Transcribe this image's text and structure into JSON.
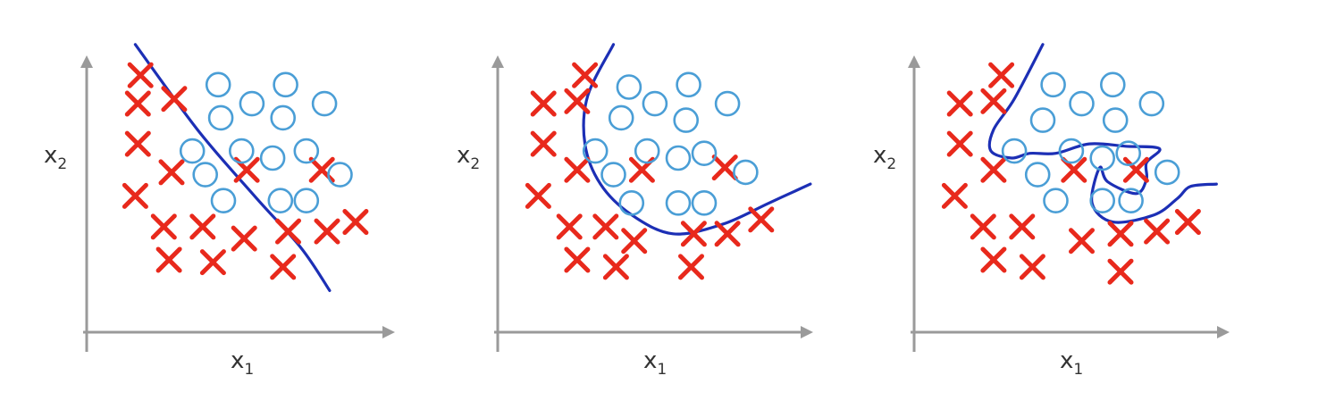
{
  "chart_data": [
    {
      "type": "scatter",
      "boundary": "linear",
      "xlabel": "x",
      "xlabel_sub": "1",
      "ylabel": "x",
      "ylabel_sub": "2",
      "xlim": [
        0,
        10
      ],
      "ylim": [
        0,
        10
      ],
      "grid": false,
      "series": [
        {
          "marker": "x",
          "color": "#e8291c",
          "points": [
            [
              0.8,
              9.5
            ],
            [
              0.7,
              8.3
            ],
            [
              2.1,
              8.5
            ],
            [
              0.7,
              6.6
            ],
            [
              2.0,
              5.4
            ],
            [
              0.6,
              4.4
            ],
            [
              1.7,
              3.1
            ],
            [
              3.2,
              3.1
            ],
            [
              1.9,
              1.7
            ],
            [
              3.6,
              1.6
            ],
            [
              4.8,
              2.6
            ],
            [
              6.5,
              2.9
            ],
            [
              8.0,
              2.9
            ],
            [
              9.1,
              3.3
            ],
            [
              6.3,
              1.4
            ],
            [
              4.9,
              5.5
            ],
            [
              7.8,
              5.5
            ]
          ]
        },
        {
          "marker": "o",
          "color": "#4a9ed6",
          "points": [
            [
              3.8,
              9.1
            ],
            [
              6.4,
              9.1
            ],
            [
              5.1,
              8.3
            ],
            [
              7.9,
              8.3
            ],
            [
              3.9,
              7.7
            ],
            [
              6.3,
              7.7
            ],
            [
              2.8,
              6.3
            ],
            [
              4.7,
              6.3
            ],
            [
              5.9,
              6.0
            ],
            [
              7.2,
              6.3
            ],
            [
              8.5,
              5.3
            ],
            [
              3.3,
              5.3
            ],
            [
              4.0,
              4.2
            ],
            [
              6.2,
              4.2
            ],
            [
              7.2,
              4.2
            ]
          ]
        }
      ],
      "boundary_line": [
        [
          0.6,
          10.8
        ],
        [
          3.0,
          7.2
        ],
        [
          5.2,
          4.4
        ],
        [
          7.0,
          2.2
        ],
        [
          8.1,
          0.4
        ]
      ]
    },
    {
      "type": "scatter",
      "boundary": "quadratic",
      "xlabel": "x",
      "xlabel_sub": "1",
      "ylabel": "x",
      "ylabel_sub": "2",
      "xlim": [
        0,
        10
      ],
      "ylim": [
        0,
        10
      ],
      "grid": false,
      "series": [
        {
          "marker": "x",
          "color": "#e8291c",
          "points": [
            [
              2.4,
              9.5
            ],
            [
              0.8,
              8.3
            ],
            [
              2.1,
              8.4
            ],
            [
              0.8,
              6.6
            ],
            [
              2.1,
              5.5
            ],
            [
              0.6,
              4.4
            ],
            [
              1.8,
              3.1
            ],
            [
              3.2,
              3.1
            ],
            [
              2.1,
              1.7
            ],
            [
              3.6,
              1.4
            ],
            [
              4.3,
              2.5
            ],
            [
              6.6,
              2.8
            ],
            [
              7.9,
              2.8
            ],
            [
              9.2,
              3.4
            ],
            [
              6.5,
              1.4
            ],
            [
              4.6,
              5.5
            ],
            [
              7.8,
              5.6
            ]
          ]
        },
        {
          "marker": "o",
          "color": "#4a9ed6",
          "points": [
            [
              4.1,
              9.0
            ],
            [
              6.4,
              9.1
            ],
            [
              5.1,
              8.3
            ],
            [
              7.9,
              8.3
            ],
            [
              3.8,
              7.7
            ],
            [
              6.3,
              7.6
            ],
            [
              2.8,
              6.3
            ],
            [
              4.8,
              6.3
            ],
            [
              6.0,
              6.0
            ],
            [
              7.0,
              6.2
            ],
            [
              8.6,
              5.4
            ],
            [
              3.5,
              5.3
            ],
            [
              4.2,
              4.1
            ],
            [
              6.0,
              4.1
            ],
            [
              7.0,
              4.1
            ]
          ]
        }
      ],
      "boundary_line": [
        [
          3.5,
          10.8
        ],
        [
          2.5,
          8.6
        ],
        [
          2.4,
          6.6
        ],
        [
          3.0,
          4.9
        ],
        [
          4.2,
          3.6
        ],
        [
          5.8,
          2.8
        ],
        [
          7.7,
          3.2
        ],
        [
          9.5,
          4.1
        ],
        [
          11.1,
          4.9
        ]
      ]
    },
    {
      "type": "scatter",
      "boundary": "overfit",
      "xlabel": "x",
      "xlabel_sub": "1",
      "ylabel": "x",
      "ylabel_sub": "2",
      "xlim": [
        0,
        10
      ],
      "ylim": [
        0,
        10
      ],
      "grid": false,
      "series": [
        {
          "marker": "x",
          "color": "#e8291c",
          "points": [
            [
              2.4,
              9.5
            ],
            [
              0.8,
              8.3
            ],
            [
              2.1,
              8.4
            ],
            [
              0.8,
              6.6
            ],
            [
              2.1,
              5.5
            ],
            [
              0.6,
              4.4
            ],
            [
              1.7,
              3.1
            ],
            [
              3.2,
              3.1
            ],
            [
              2.1,
              1.7
            ],
            [
              3.6,
              1.4
            ],
            [
              5.5,
              2.5
            ],
            [
              7.0,
              2.8
            ],
            [
              8.4,
              2.9
            ],
            [
              9.6,
              3.3
            ],
            [
              7.0,
              1.2
            ],
            [
              5.2,
              5.5
            ],
            [
              7.6,
              5.5
            ]
          ]
        },
        {
          "marker": "o",
          "color": "#4a9ed6",
          "points": [
            [
              4.4,
              9.1
            ],
            [
              6.7,
              9.1
            ],
            [
              5.5,
              8.3
            ],
            [
              8.2,
              8.3
            ],
            [
              4.0,
              7.6
            ],
            [
              6.8,
              7.6
            ],
            [
              2.9,
              6.3
            ],
            [
              5.1,
              6.3
            ],
            [
              6.3,
              6.0
            ],
            [
              7.3,
              6.2
            ],
            [
              8.8,
              5.4
            ],
            [
              3.8,
              5.3
            ],
            [
              4.5,
              4.2
            ],
            [
              6.3,
              4.2
            ],
            [
              7.4,
              4.2
            ]
          ]
        }
      ],
      "boundary_line": [
        [
          4.0,
          10.8
        ],
        [
          2.9,
          8.5
        ],
        [
          2.1,
          7.2
        ],
        [
          2.0,
          6.3
        ],
        [
          2.8,
          6.0
        ],
        [
          3.5,
          6.2
        ],
        [
          4.5,
          6.2
        ],
        [
          5.8,
          6.6
        ],
        [
          7.2,
          6.5
        ],
        [
          8.5,
          6.4
        ],
        [
          8.0,
          5.8
        ],
        [
          8.0,
          5.1
        ],
        [
          7.6,
          4.5
        ],
        [
          6.5,
          5.0
        ],
        [
          6.2,
          5.6
        ],
        [
          5.9,
          4.1
        ],
        [
          6.7,
          3.3
        ],
        [
          8.3,
          3.6
        ],
        [
          9.2,
          4.3
        ],
        [
          9.7,
          4.8
        ],
        [
          10.7,
          4.9
        ]
      ]
    }
  ]
}
